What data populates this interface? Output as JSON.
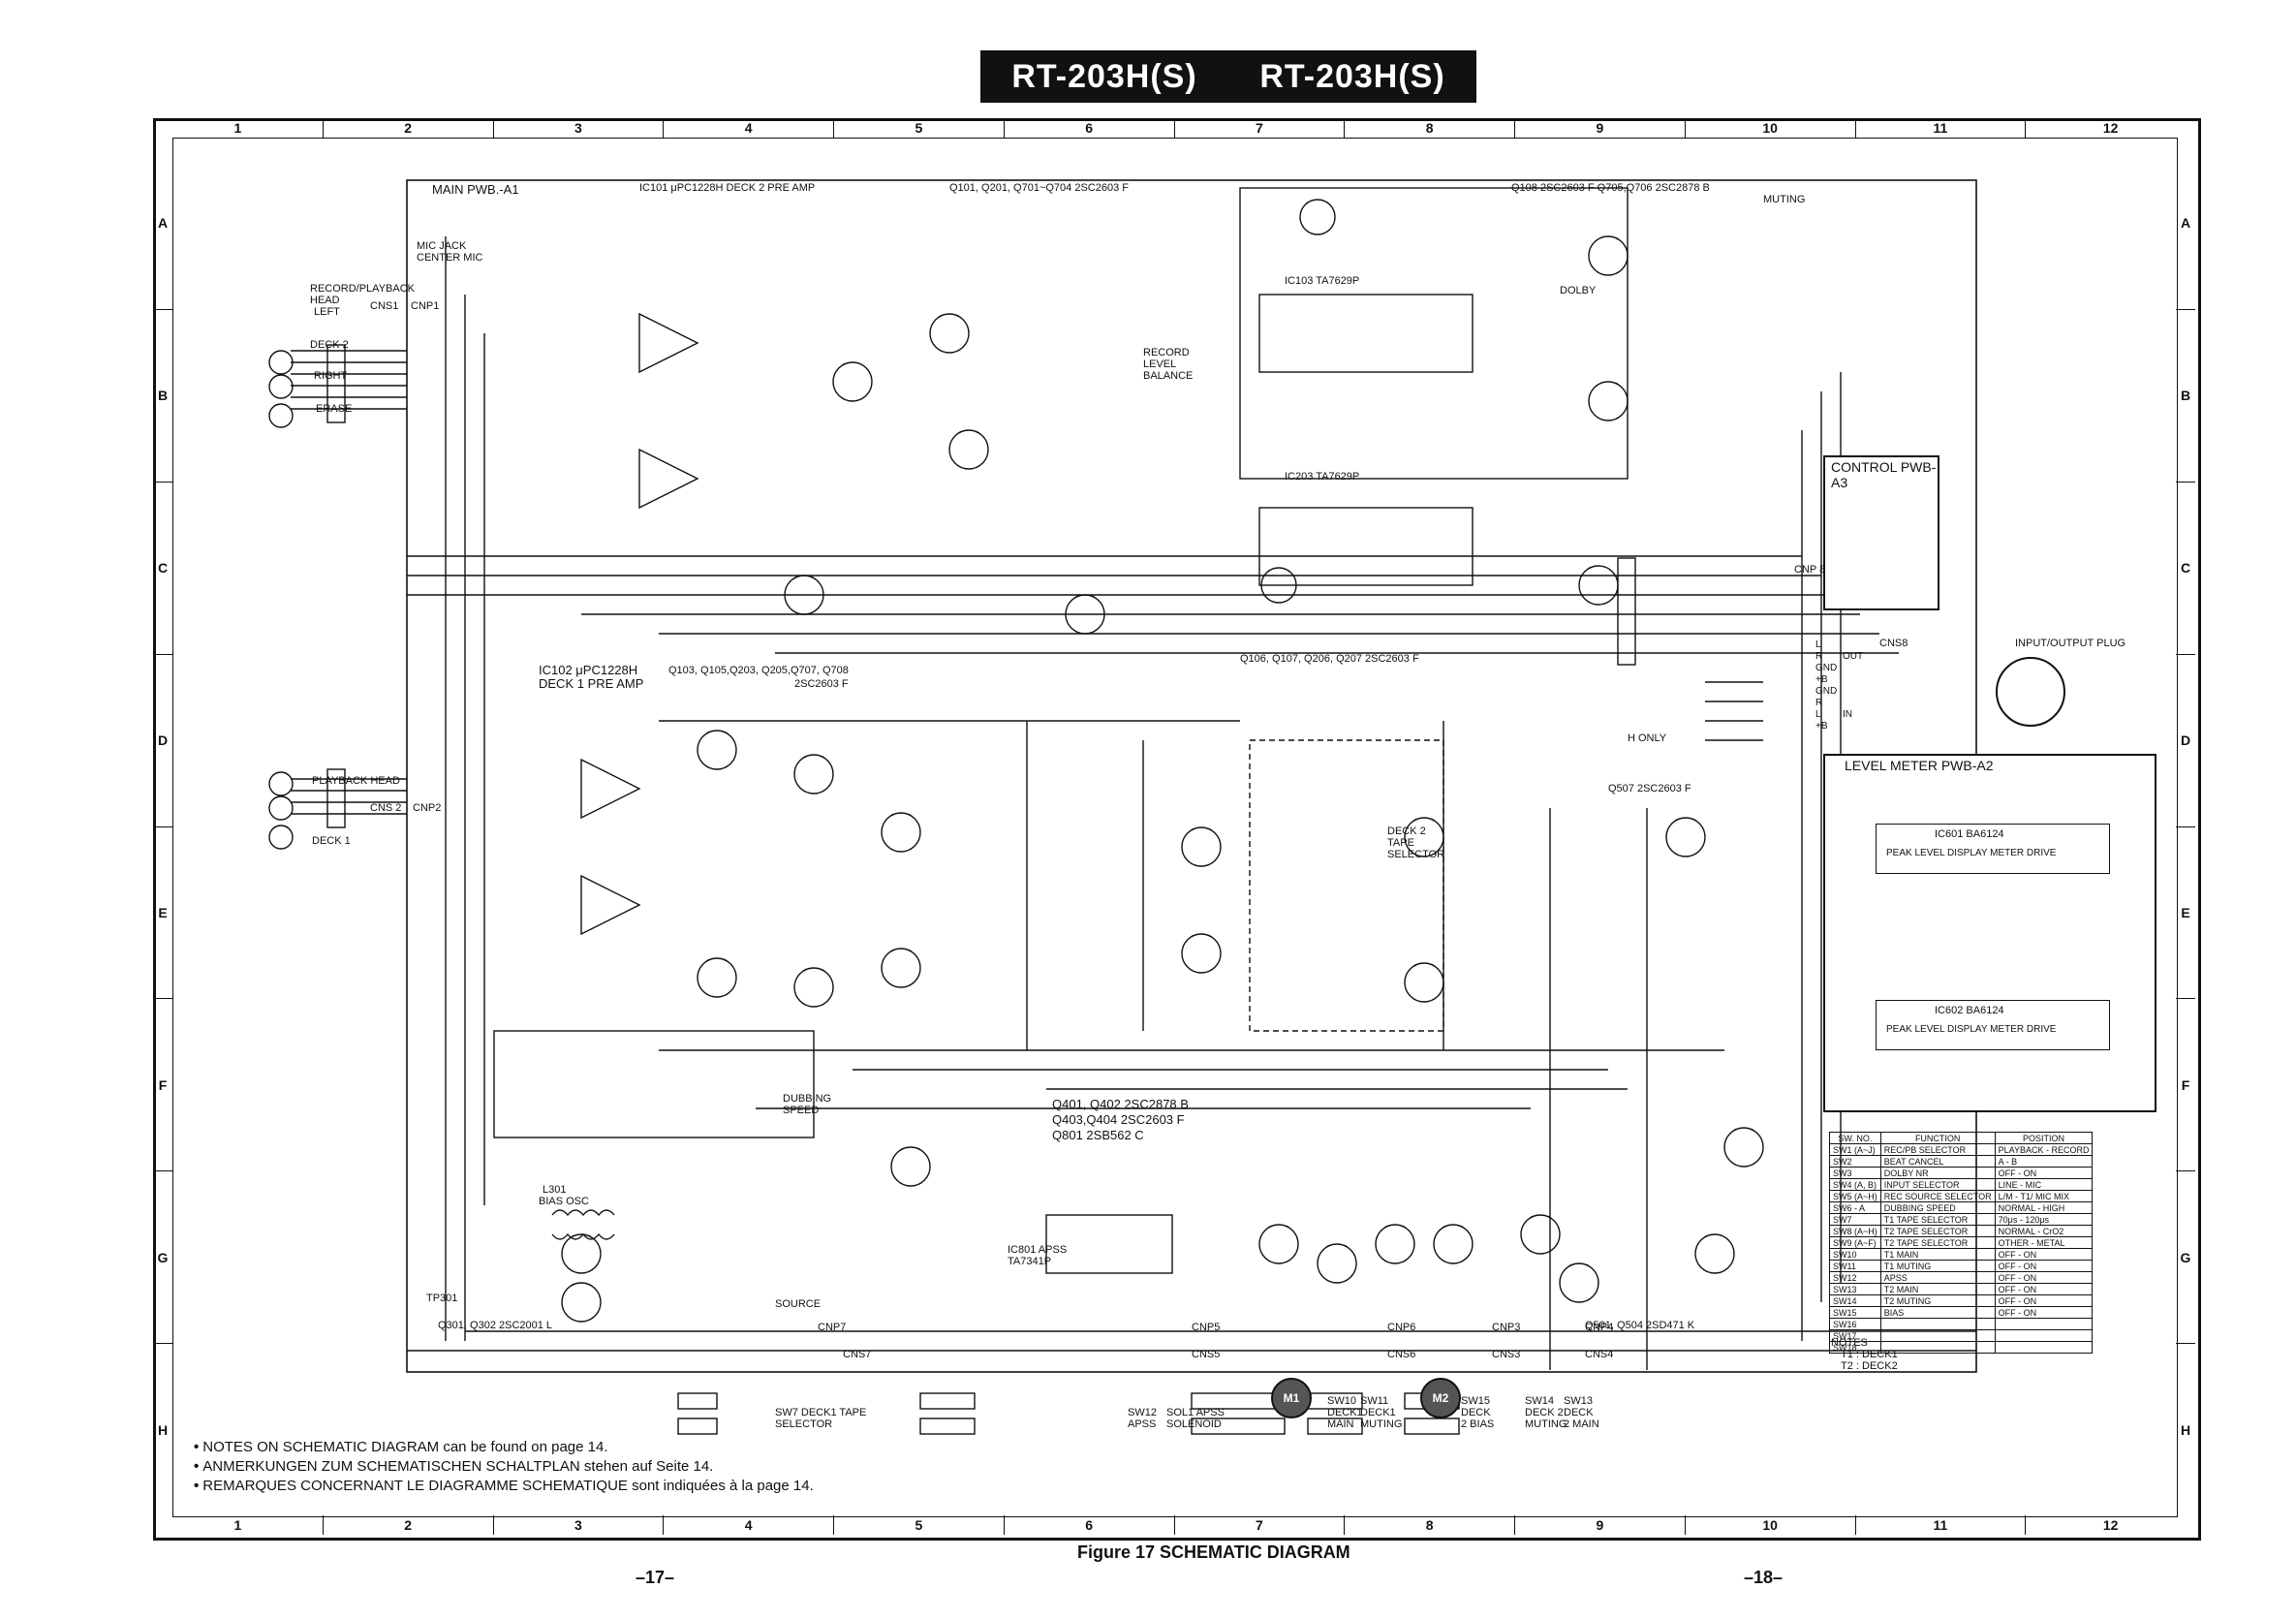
{
  "header": {
    "model_left": "RT-203H(S)",
    "model_right": "RT-203H(S)"
  },
  "grid": {
    "columns": [
      "1",
      "2",
      "3",
      "4",
      "5",
      "6",
      "7",
      "8",
      "9",
      "10",
      "11",
      "12"
    ],
    "rows": [
      "A",
      "B",
      "C",
      "D",
      "E",
      "F",
      "G",
      "H"
    ]
  },
  "labels": {
    "main_pwb": "MAIN PWB.-A1",
    "ic101": "IC101  μPC1228H     DECK 2  PRE AMP",
    "q101": "Q101, Q201, Q701~Q704   2SC2603  F",
    "q108": "Q108   2SC2603  F      Q705,Q706   2SC2878  B",
    "muting": "MUTING",
    "mic_jack": "MIC JACK CENTER MIC",
    "rec_head": "RECORD/PLAYBACK HEAD",
    "left": "LEFT",
    "deck2": "DECK 2",
    "right": "RIGHT",
    "erase": "ERASE",
    "cns1": "CNS1",
    "cnp1": "CNP1",
    "ic102": "IC102  μPC1228H",
    "deck1_pre": "DECK 1  PRE  AMP",
    "q103": "Q103, Q105,Q203, Q205,Q707, Q708",
    "q103_type": "2SC2603   F",
    "q106": "Q106, Q107, Q206, Q207     2SC2603  F",
    "pb_head": "PLAYBACK HEAD",
    "deck1": "DECK 1",
    "cns2": "CNS 2",
    "cnp2": "CNP2",
    "ic103": "IC103   TA7629P",
    "ic203": "IC203   TA7629P",
    "dolby": "DOLBY",
    "record_level": "RECORD LEVEL BALANCE",
    "control_pwb": "CONTROL PWB-A3",
    "cnp8": "CNP 8",
    "cns8": "CNS8",
    "io_plug": "INPUT/OUTPUT PLUG",
    "h_only": "H ONLY",
    "q507": "Q507   2SC2603  F",
    "level_meter": "LEVEL METER PWB-A2",
    "ic601": "IC601  BA6124",
    "ic602": "IC602  BA6124",
    "peak_level": "PEAK LEVEL DISPLAY METER DRIVE",
    "deck2_tape": "DECK 2 TAPE SELECTOR",
    "q401": "Q401, Q402   2SC2878  B",
    "q403": "Q403,Q404   2SC2603  F",
    "q801": "Q801          2SB562   C",
    "ic801": "IC801  APSS",
    "ta7341p": "TA7341P",
    "l301": "L301",
    "bias_osc": "BIAS OSC",
    "dubbing_speed": "DUBBING SPEED",
    "source": "SOURCE",
    "q301": "Q301, Q302   2SC2001   L",
    "q501": "Q501, Q504   2SD471   K",
    "tp301": "TP301",
    "cnp7": "CNP7",
    "cns7": "CNS7",
    "cnp5": "CNP5",
    "cns5": "CNS5",
    "cnp6": "CNP6",
    "cns6": "CNS6",
    "cnp3": "CNP3",
    "cns3": "CNS3",
    "cnp4": "CNP4",
    "cns4": "CNS4",
    "sw7": "SW7  DECK1  TAPE  SELECTOR",
    "sw12": "SW12 APSS",
    "sol1": "SOL1  APSS SOLENOID",
    "sw10": "SW10 DECK1 MAIN",
    "sw11": "SW11 DECK1 MUTING",
    "sw15": "SW15 DECK 2 BIAS",
    "sw14": "SW14 DECK 2 MUTING",
    "sw13": "SW13 DECK 2 MAIN",
    "m1": "M1",
    "m2": "M2",
    "notes_title": "NOTES",
    "notes_t1": "T1 : DECK1",
    "notes_t2": "T2 : DECK2"
  },
  "cnp8_pins": [
    "L",
    "R",
    "GND",
    "+B",
    "GND",
    "R",
    "L",
    "+B"
  ],
  "cnp8_pin_right": [
    "OUT",
    "",
    "",
    "",
    "",
    "IN",
    "",
    ""
  ],
  "switch_table": {
    "headers": [
      "SW. NO.",
      "FUNCTION",
      "POSITION"
    ],
    "rows": [
      [
        "SW1 (A~J)",
        "REC/PB SELECTOR",
        "PLAYBACK - RECORD"
      ],
      [
        "SW2",
        "BEAT CANCEL",
        "A - B"
      ],
      [
        "SW3",
        "DOLBY NR",
        "OFF - ON"
      ],
      [
        "SW4 (A, B)",
        "INPUT SELECTOR",
        "LINE - MIC"
      ],
      [
        "SW5 (A~H)",
        "REC SOURCE SELECTOR",
        "L/M - T1/ MIC MIX"
      ],
      [
        "SW6 - A",
        "DUBBING SPEED",
        "NORMAL - HIGH"
      ],
      [
        "SW7",
        "T1 TAPE SELECTOR",
        "70μs - 120μs"
      ],
      [
        "SW8 (A~H)",
        "T2 TAPE SELECTOR",
        "NORMAL - CrO2"
      ],
      [
        "SW9 (A~F)",
        "T2 TAPE SELECTOR",
        "OTHER - METAL"
      ],
      [
        "SW10",
        "T1  MAIN",
        "OFF - ON"
      ],
      [
        "SW11",
        "T1  MUTING",
        "OFF - ON"
      ],
      [
        "SW12",
        "APSS",
        "OFF - ON"
      ],
      [
        "SW13",
        "T2  MAIN",
        "OFF - ON"
      ],
      [
        "SW14",
        "T2  MUTING",
        "OFF - ON"
      ],
      [
        "SW15",
        "BIAS",
        "OFF - ON"
      ],
      [
        "SW16",
        "",
        ""
      ],
      [
        "SW17",
        "",
        ""
      ],
      [
        "SW18",
        "",
        ""
      ]
    ]
  },
  "notes": [
    "NOTES ON SCHEMATIC DIAGRAM can be found on page 14.",
    "ANMERKUNGEN ZUM SCHEMATISCHEN SCHALTPLAN stehen auf Seite 14.",
    "REMARQUES CONCERNANT LE DIAGRAMME SCHEMATIQUE sont indiquées à la page 14."
  ],
  "caption": "Figure 17  SCHEMATIC  DIAGRAM",
  "page_left": "–17–",
  "page_right": "–18–"
}
